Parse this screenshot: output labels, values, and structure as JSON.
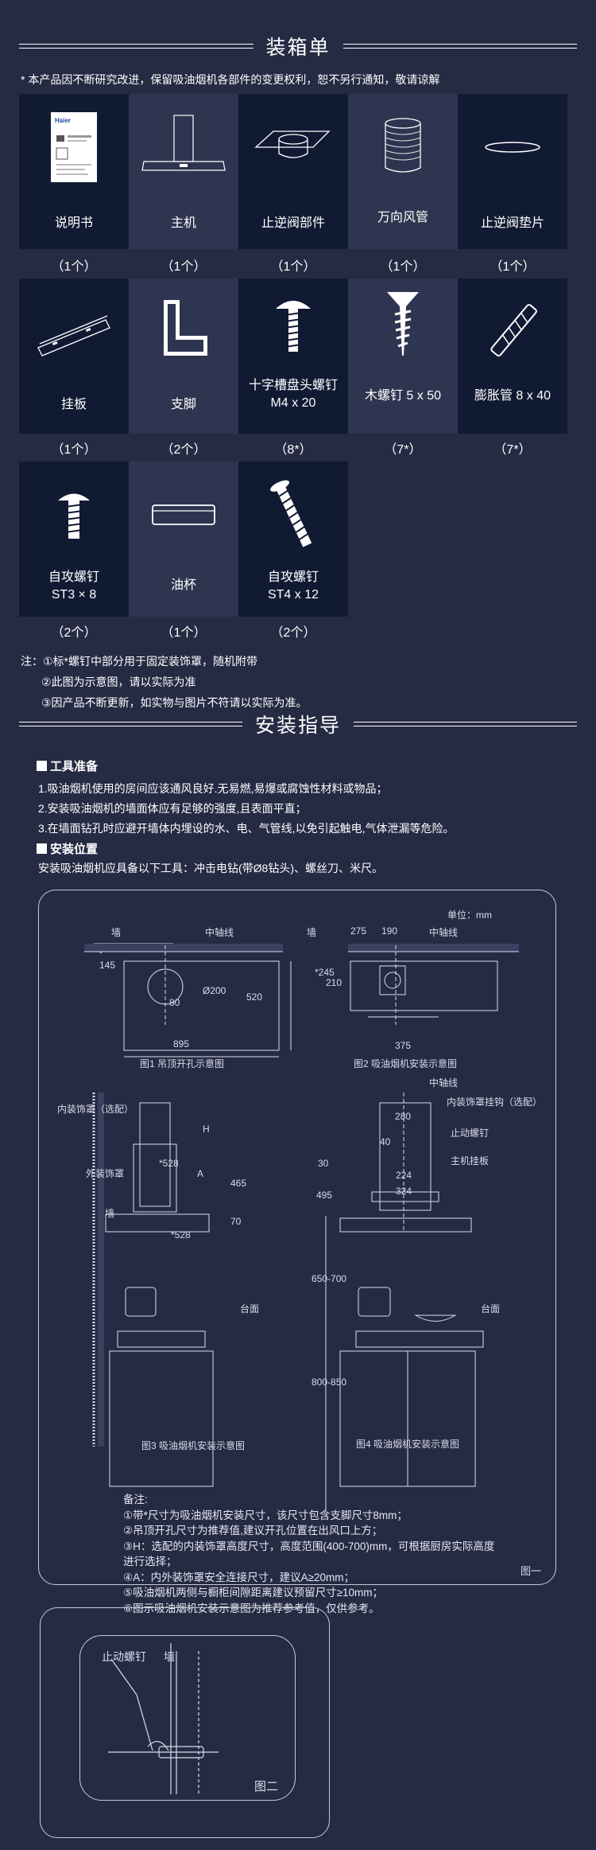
{
  "packing": {
    "title": "装箱单",
    "notice": "* 本产品因不断研究改进，保留吸油烟机各部件的变更权利，恕不另行通知，敬请谅解",
    "items": [
      {
        "name": "说明书",
        "qty": "（1个）"
      },
      {
        "name": "主机",
        "qty": "（1个）"
      },
      {
        "name": "止逆阀部件",
        "qty": "（1个）"
      },
      {
        "name": "万向风管",
        "qty": "（1个）"
      },
      {
        "name": "止逆阀垫片",
        "qty": "（1个）"
      },
      {
        "name": "挂板",
        "qty": "（1个）"
      },
      {
        "name": "支脚",
        "qty": "（2个）"
      },
      {
        "name": "十字槽盘头螺钉",
        "name2": "M4 x 20",
        "qty": "（8*）"
      },
      {
        "name": "木螺钉 5 x 50",
        "qty": "（7*）"
      },
      {
        "name": "膨胀管 8 x 40",
        "qty": "（7*）"
      },
      {
        "name": "自攻螺钉",
        "name2": "ST3 × 8",
        "qty": "（2个）"
      },
      {
        "name": "油杯",
        "qty": "（1个）"
      },
      {
        "name": "自攻螺钉",
        "name2": "ST4 x 12",
        "qty": "（2个）"
      }
    ],
    "manual_brand": "Haier",
    "notes": [
      "注：①标*螺钉中部分用于固定装饰罩，随机附带",
      "②此图为示意图，请以实际为准",
      "③因产品不断更新，如实物与图片不符请以实际为准。"
    ]
  },
  "install": {
    "title": "安装指导",
    "tools_head": "工具准备",
    "tools": [
      "1.吸油烟机使用的房间应该通风良好.无易燃,易爆或腐蚀性材料或物品；",
      "2.安装吸油烟机的墙面体应有足够的强度,且表面平直；",
      "3.在墙面钻孔时应避开墙体内埋设的水、电、气管线,以免引起触电,气体泄漏等危险。"
    ],
    "pos_head": "安装位置",
    "pos_text": "安装吸油烟机应具备以下工具：冲击电钻(带Ø8钻头)、螺丝刀、米尺。",
    "unit": "单位：mm",
    "fig1": {
      "caption": "图1 吊顶开孔示意图",
      "wall": "墙",
      "axis": "中轴线",
      "d145": "145",
      "d80": "80",
      "d200": "Ø200",
      "d520": "520",
      "d895": "895"
    },
    "fig2": {
      "caption": "图2 吸油烟机安装示意图",
      "wall": "墙",
      "axis": "中轴线",
      "d275": "275",
      "d190": "190",
      "d245": "*245",
      "d210": "210",
      "d375": "375"
    },
    "fig3": {
      "caption": "图3 吸油烟机安装示意图",
      "deco_in": "内装饰罩（选配）",
      "deco_out": "外装饰罩",
      "wall": "墙",
      "counter": "台面",
      "H": "H",
      "A": "A",
      "d528a": "*528",
      "d465": "465",
      "d70": "70",
      "d528b": "*528"
    },
    "fig4": {
      "caption": "图4 吸油烟机安装示意图",
      "axis": "中轴线",
      "hanger": "内装饰罩挂钩（选配）",
      "stop": "止动螺钉",
      "plate": "主机挂板",
      "counter": "台面",
      "d280": "280",
      "d40": "40",
      "d30": "30",
      "d224": "224",
      "d324": "324",
      "d495": "495",
      "d650": "650-700",
      "d800": "800-850"
    },
    "remarks": [
      "备注:",
      "①带*尺寸为吸油烟机安装尺寸，该尺寸包含支脚尺寸8mm；",
      "②吊顶开孔尺寸为推荐值,建议开孔位置在出风口上方；",
      "③H：选配的内装饰罩高度尺寸，高度范围(400-700)mm，可根据厨房实际高度",
      "进行选择；",
      "④A：内外装饰罩安全连接尺寸，建议A≥20mm；",
      "⑤吸油烟机两侧与橱柜间隙距离建议预留尺寸≥10mm；",
      "⑥图示吸油烟机安装示意图为推荐参考值，仅供参考。"
    ],
    "fig_one": "图一",
    "detail": {
      "stop": "止动螺钉",
      "wall": "墙",
      "fig_two": "图二"
    }
  }
}
